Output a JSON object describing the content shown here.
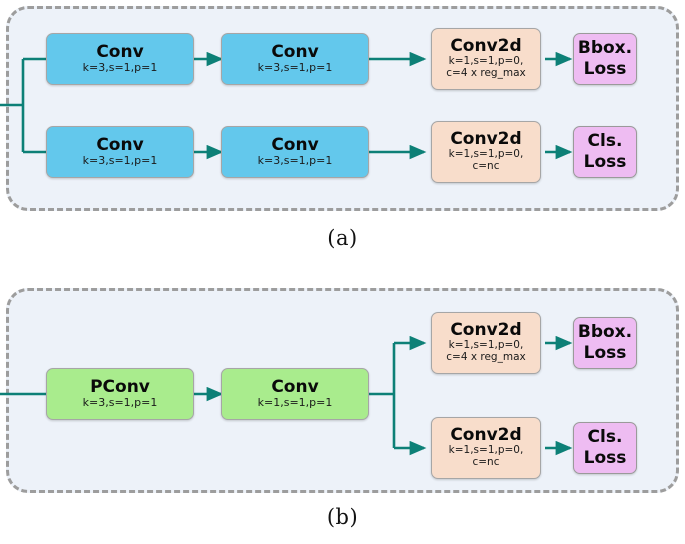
{
  "figure": {
    "colors": {
      "panel_bg": "#edf2f9",
      "panel_border": "#9d9d9d",
      "conv_blue": "#63c8ec",
      "conv_green": "#a9ec8d",
      "conv2d_peach": "#f8ddcb",
      "loss_pink": "#eebcf2",
      "arrow_teal": "#0d8077"
    }
  },
  "panel_a": {
    "caption": "(a)",
    "top_branch": {
      "conv1": {
        "title": "Conv",
        "sub": "k=3,s=1,p=1"
      },
      "conv2": {
        "title": "Conv",
        "sub": "k=3,s=1,p=1"
      },
      "conv2d": {
        "title": "Conv2d",
        "sub": "k=1,s=1,p=0,\nc=4 x reg_max"
      },
      "loss": {
        "title": "Bbox.\nLoss",
        "line1": "Bbox.",
        "line2": "Loss"
      }
    },
    "bottom_branch": {
      "conv1": {
        "title": "Conv",
        "sub": "k=3,s=1,p=1"
      },
      "conv2": {
        "title": "Conv",
        "sub": "k=3,s=1,p=1"
      },
      "conv2d": {
        "title": "Conv2d",
        "sub": "k=1,s=1,p=0,\nc=nc"
      },
      "loss": {
        "title": "Cls.\nLoss",
        "line1": "Cls.",
        "line2": "Loss"
      }
    }
  },
  "panel_b": {
    "caption": "(b)",
    "stem": {
      "pconv": {
        "title": "PConv",
        "sub": "k=3,s=1,p=1"
      },
      "conv": {
        "title": "Conv",
        "sub": "k=1,s=1,p=1"
      }
    },
    "top_branch": {
      "conv2d": {
        "title": "Conv2d",
        "sub": "k=1,s=1,p=0,\nc=4 x reg_max"
      },
      "loss": {
        "line1": "Bbox.",
        "line2": "Loss"
      }
    },
    "bottom_branch": {
      "conv2d": {
        "title": "Conv2d",
        "sub": "k=1,s=1,p=0,\nc=nc"
      },
      "loss": {
        "line1": "Cls.",
        "line2": "Loss"
      }
    }
  }
}
